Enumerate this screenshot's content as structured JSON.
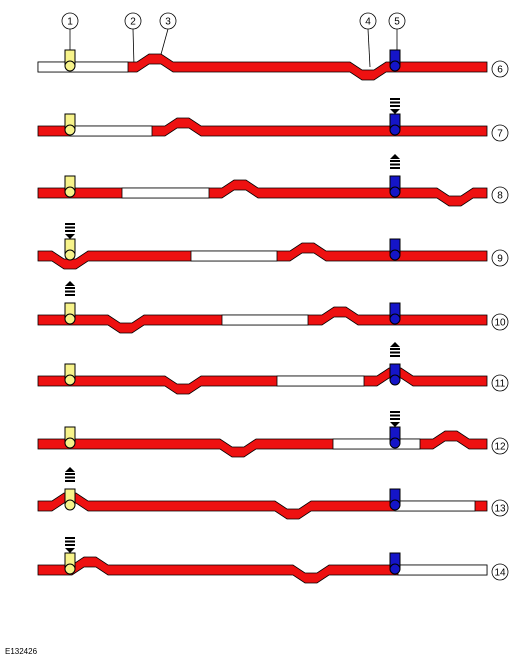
{
  "figure_id": "E132426",
  "callouts": [
    "1",
    "2",
    "3",
    "4",
    "5"
  ],
  "row_labels": [
    "6",
    "7",
    "8",
    "9",
    "10",
    "11",
    "12",
    "13",
    "14"
  ],
  "colors": {
    "band": "#ee1111",
    "follower_left": "#f7f38a",
    "follower_right": "#1515c8",
    "open_section": "#ffffff",
    "outline": "#000000"
  }
}
